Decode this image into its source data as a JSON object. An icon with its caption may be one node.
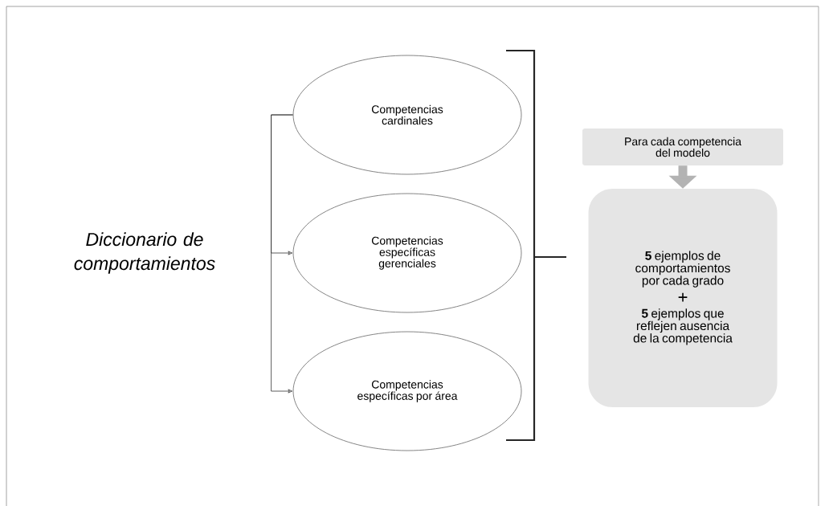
{
  "diagram": {
    "nodes": [
      {
        "text": [
          "Competencias cardinales"
        ]
      },
      {
        "text": [
          "Competencias específicas gerenciales"
        ]
      },
      {
        "text": [
          "Competencias específicas por área"
        ]
      },
      {
        "text": [
          "Para cada competencia del modelo"
        ]
      },
      {
        "text": [
          "**5** ejemplos de comportamientos por cada grado",
          "+",
          "**5** ejemplos que reflejen ausencia de la competencia"
        ]
      }
    ],
    "edges": [
      {
        "from": 0,
        "to": 1,
        "arrow": "to"
      },
      {
        "from": 0,
        "to": 2,
        "arrow": "to"
      },
      {
        "from": 3,
        "to": 4,
        "arrow": "to",
        "style": "thick",
        "color": "#b3b3b3"
      }
    ],
    "labels": [
      "Diccionario de comportamientos"
    ]
  }
}
